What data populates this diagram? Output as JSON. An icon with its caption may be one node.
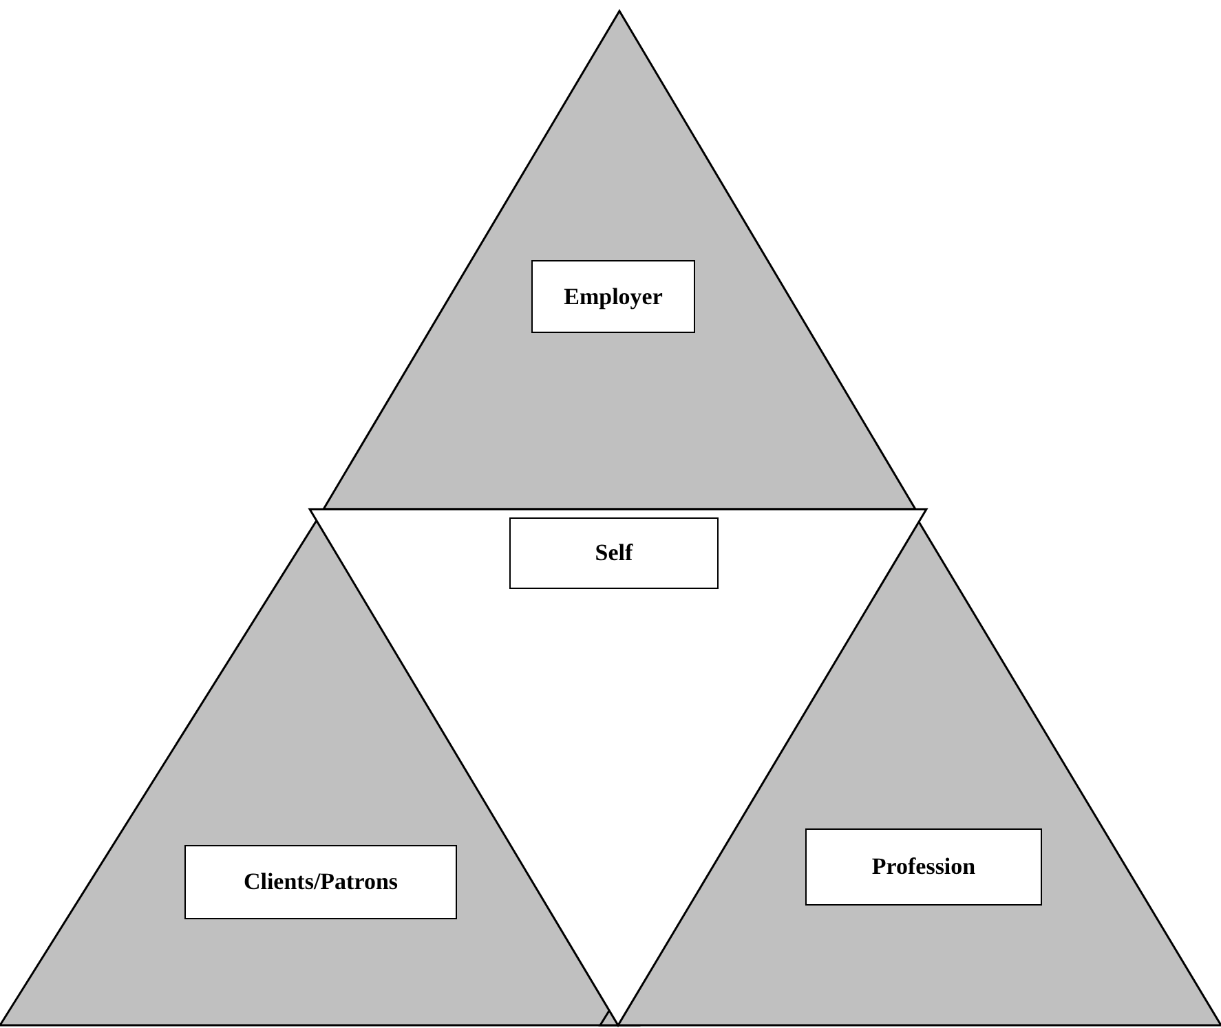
{
  "diagram": {
    "nodes": [
      {
        "text": [],
        "shape": "triangle"
      },
      {
        "text": [
          "Employer"
        ],
        "in": 0
      },
      {
        "text": [],
        "shape": "triangle"
      },
      {
        "text": [
          "Self"
        ],
        "in": 2
      },
      {
        "text": [],
        "shape": "triangle"
      },
      {
        "text": [
          "Clients/Patrons"
        ],
        "in": 4
      },
      {
        "text": [],
        "shape": "triangle"
      },
      {
        "text": [
          "Profession"
        ],
        "in": 6
      }
    ]
  }
}
